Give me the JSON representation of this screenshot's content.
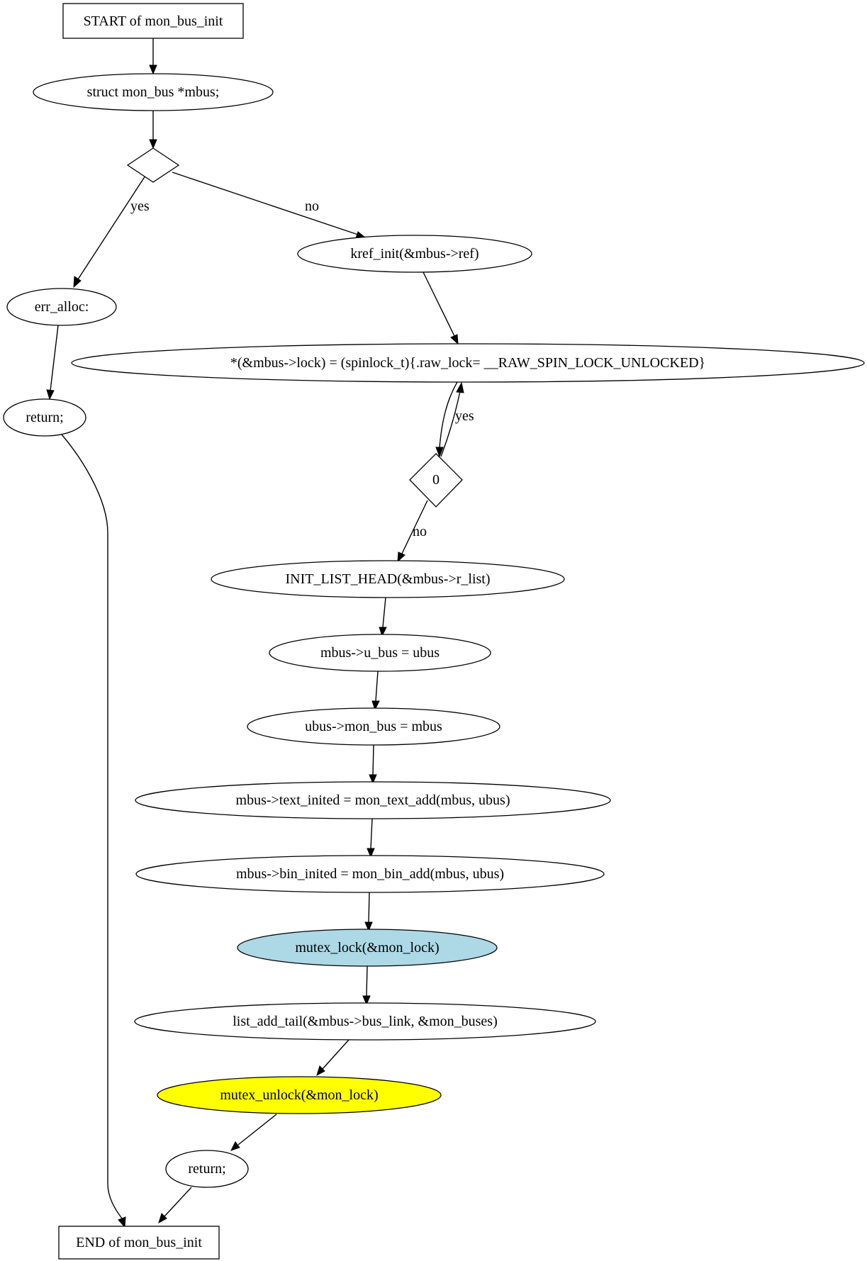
{
  "colors": {
    "mutex_lock_fill": "#add8e6",
    "mutex_unlock_fill": "#ffff00",
    "default_fill": "#ffffff",
    "stroke": "#000000"
  },
  "nodes": {
    "start": "START of mon_bus_init",
    "decl": "struct mon_bus *mbus;",
    "cond_alloc": "",
    "err_alloc": "err_alloc:",
    "return_err": "return;",
    "kref_init": "kref_init(&mbus->ref)",
    "spinlock": "*(&mbus->lock) = (spinlock_t){.raw_lock= __RAW_SPIN_LOCK_UNLOCKED}",
    "loop_cond": "0",
    "init_list": "INIT_LIST_HEAD(&mbus->r_list)",
    "u_bus": "mbus->u_bus = ubus",
    "mon_bus": "ubus->mon_bus = mbus",
    "text_inited": "mbus->text_inited = mon_text_add(mbus, ubus)",
    "bin_inited": "mbus->bin_inited = mon_bin_add(mbus, ubus)",
    "mutex_lock": "mutex_lock(&mon_lock)",
    "list_add": "list_add_tail(&mbus->bus_link, &mon_buses)",
    "mutex_unlock": "mutex_unlock(&mon_lock)",
    "return_ok": "return;",
    "end": "END of mon_bus_init"
  },
  "edge_labels": {
    "alloc_yes": "yes",
    "alloc_no": "no",
    "loop_yes": "yes",
    "loop_no": "no"
  }
}
